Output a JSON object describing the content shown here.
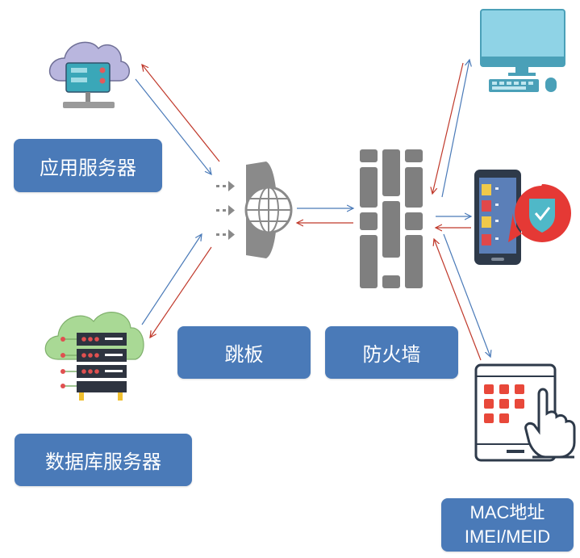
{
  "labels": {
    "app_server": "应用服务器",
    "db_server": "数据库服务器",
    "jump_server": "跳板",
    "firewall": "防火墙",
    "device_id_line1": "MAC地址",
    "device_id_line2": "IMEI/MEID"
  },
  "icons": {
    "app_server": "cloud-server-icon",
    "db_server": "database-server-icon",
    "jump_server": "globe-gateway-icon",
    "firewall": "firewall-brick-icon",
    "desktop": "desktop-computer-icon",
    "phone": "phone-shield-icon",
    "tablet": "tablet-touch-icon"
  },
  "colors": {
    "label_bg": "#4a7ab8",
    "arrow_blue": "#4a7ab8",
    "arrow_red": "#c0392b",
    "icon_gray": "#7f7f7f"
  }
}
